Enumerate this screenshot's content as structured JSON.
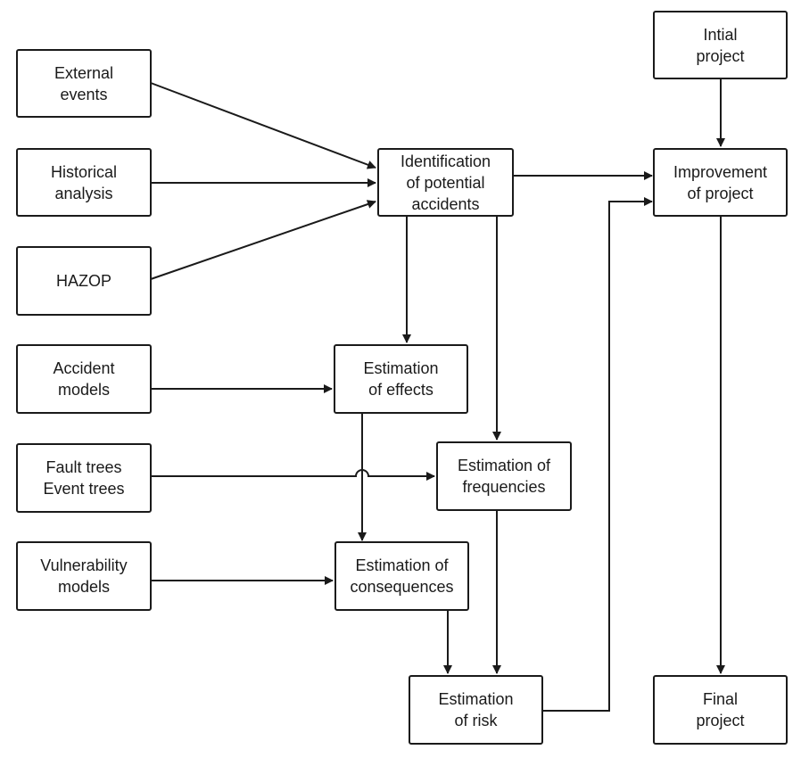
{
  "nodes": {
    "external_events": [
      "External",
      "events"
    ],
    "historical_analysis": [
      "Historical",
      "analysis"
    ],
    "hazop": [
      "HAZOP"
    ],
    "accident_models": [
      "Accident",
      "models"
    ],
    "fault_event_trees": [
      "Fault trees",
      "Event trees"
    ],
    "vulnerability_models": [
      "Vulnerability",
      "models"
    ],
    "identification": [
      "Identification",
      "of potential",
      "accidents"
    ],
    "estimation_effects": [
      "Estimation",
      "of effects"
    ],
    "estimation_frequencies": [
      "Estimation of",
      "frequencies"
    ],
    "estimation_consequences": [
      "Estimation of",
      "consequences"
    ],
    "estimation_risk": [
      "Estimation",
      "of risk"
    ],
    "initial_project": [
      "Intial",
      "project"
    ],
    "improvement_project": [
      "Improvement",
      "of project"
    ],
    "final_project": [
      "Final",
      "project"
    ]
  },
  "edges": [
    {
      "from": "external_events",
      "to": "identification"
    },
    {
      "from": "historical_analysis",
      "to": "identification"
    },
    {
      "from": "hazop",
      "to": "identification"
    },
    {
      "from": "identification",
      "to": "improvement_project"
    },
    {
      "from": "identification",
      "to": "estimation_effects"
    },
    {
      "from": "identification",
      "to": "estimation_frequencies"
    },
    {
      "from": "accident_models",
      "to": "estimation_effects"
    },
    {
      "from": "fault_event_trees",
      "to": "estimation_frequencies"
    },
    {
      "from": "estimation_effects",
      "to": "estimation_consequences"
    },
    {
      "from": "vulnerability_models",
      "to": "estimation_consequences"
    },
    {
      "from": "estimation_consequences",
      "to": "estimation_risk"
    },
    {
      "from": "estimation_frequencies",
      "to": "estimation_risk"
    },
    {
      "from": "estimation_risk",
      "to": "improvement_project"
    },
    {
      "from": "initial_project",
      "to": "improvement_project"
    },
    {
      "from": "improvement_project",
      "to": "final_project"
    }
  ],
  "colors": {
    "line": "#1a1a1a",
    "box_fill": "#ffffff"
  }
}
